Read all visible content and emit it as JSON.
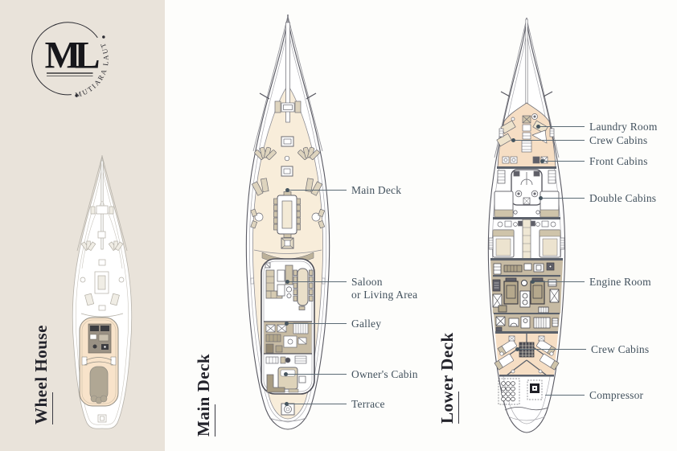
{
  "brand": {
    "monogram": "ML",
    "name": "MUTIARA LAUT"
  },
  "decks": {
    "wheel_house": {
      "title": "Wheel House"
    },
    "main_deck": {
      "title": "Main Deck",
      "callouts": [
        {
          "label": "Main Deck"
        },
        {
          "label": "Saloon",
          "label2": "or Living Area"
        },
        {
          "label": "Galley"
        },
        {
          "label": "Owner's Cabin"
        },
        {
          "label": "Terrace"
        }
      ]
    },
    "lower_deck": {
      "title": "Lower Deck",
      "callouts": [
        {
          "label": "Laundry Room"
        },
        {
          "label": "Crew Cabins"
        },
        {
          "label": "Front Cabins"
        },
        {
          "label": "Double Cabins"
        },
        {
          "label": "Engine Room"
        },
        {
          "label": "Crew Cabins"
        },
        {
          "label": "Compressor"
        }
      ]
    }
  },
  "colors": {
    "panel_beige": "#e9e3da",
    "page_white": "#fdfdfb",
    "deck_cream": "#f8edda",
    "highlight_peach": "#f6dec4",
    "service_tan": "#c6baa3",
    "label_text": "#42515d",
    "title_text": "#23232b"
  }
}
